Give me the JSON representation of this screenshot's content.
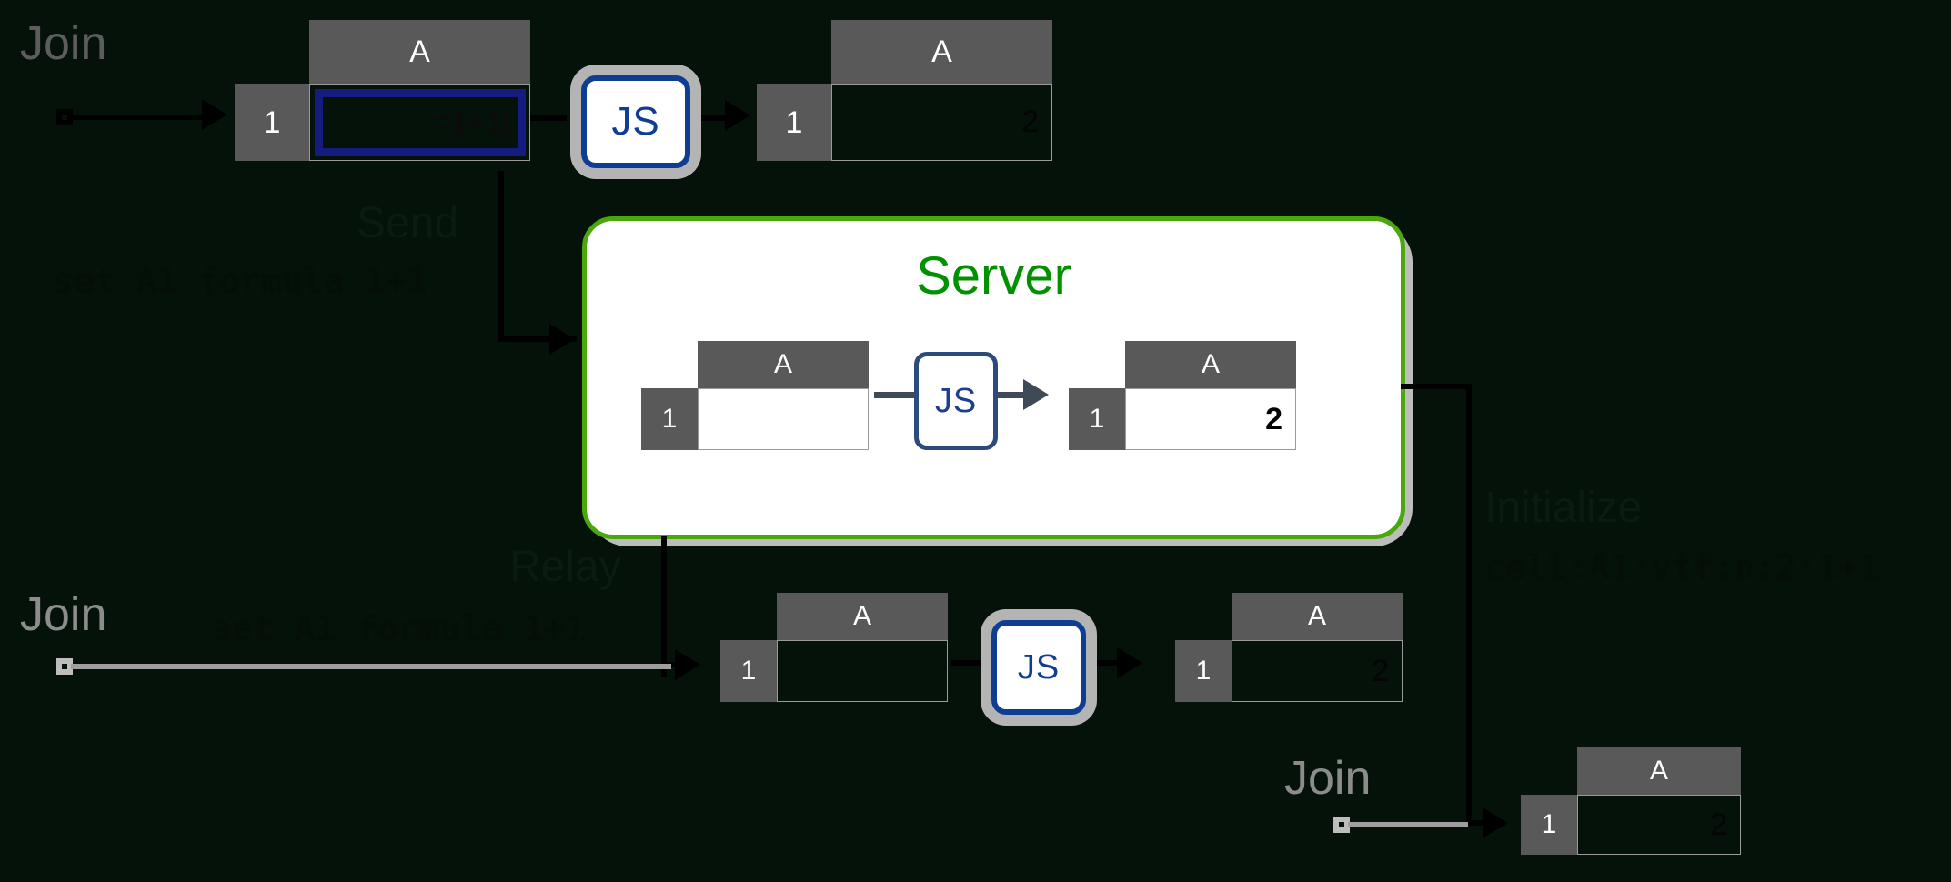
{
  "diagram": {
    "background_color": "#041209",
    "title_server": "Server",
    "colors": {
      "server_green": "#019100",
      "server_border": "#4aa80d",
      "js_blue": "#0f3d91",
      "cell_header_gray": "#595959",
      "select_navy": "#151c80",
      "label_gray": "#8c8c8c"
    }
  },
  "client_top": {
    "join_label": "Join",
    "sheet_before": {
      "column_header": "A",
      "row_header": "1",
      "cell_value": "=1+1",
      "editing": true
    },
    "js_label": "JS",
    "sheet_after": {
      "column_header": "A",
      "row_header": "1",
      "cell_value": "2"
    }
  },
  "send_edge": {
    "label": "Send",
    "message": "set A1 formula 1+1"
  },
  "server": {
    "title": "Server",
    "sheet_before": {
      "column_header": "A",
      "row_header": "1",
      "cell_value": ""
    },
    "js_label": "JS",
    "sheet_after": {
      "column_header": "A",
      "row_header": "1",
      "cell_value": "2"
    }
  },
  "relay_edge": {
    "label": "Relay",
    "message": "set A1 formula 1+1"
  },
  "initialize_edge": {
    "label": "Initialize",
    "message": "cell:A1:vtf:n:2:1+1"
  },
  "client_bottom": {
    "join_label": "Join",
    "sheet_before": {
      "column_header": "A",
      "row_header": "1",
      "cell_value": ""
    },
    "js_label": "JS",
    "sheet_after": {
      "column_header": "A",
      "row_header": "1",
      "cell_value": "2"
    }
  },
  "client_new": {
    "join_label": "Join",
    "sheet": {
      "column_header": "A",
      "row_header": "1",
      "cell_value": "2"
    }
  }
}
